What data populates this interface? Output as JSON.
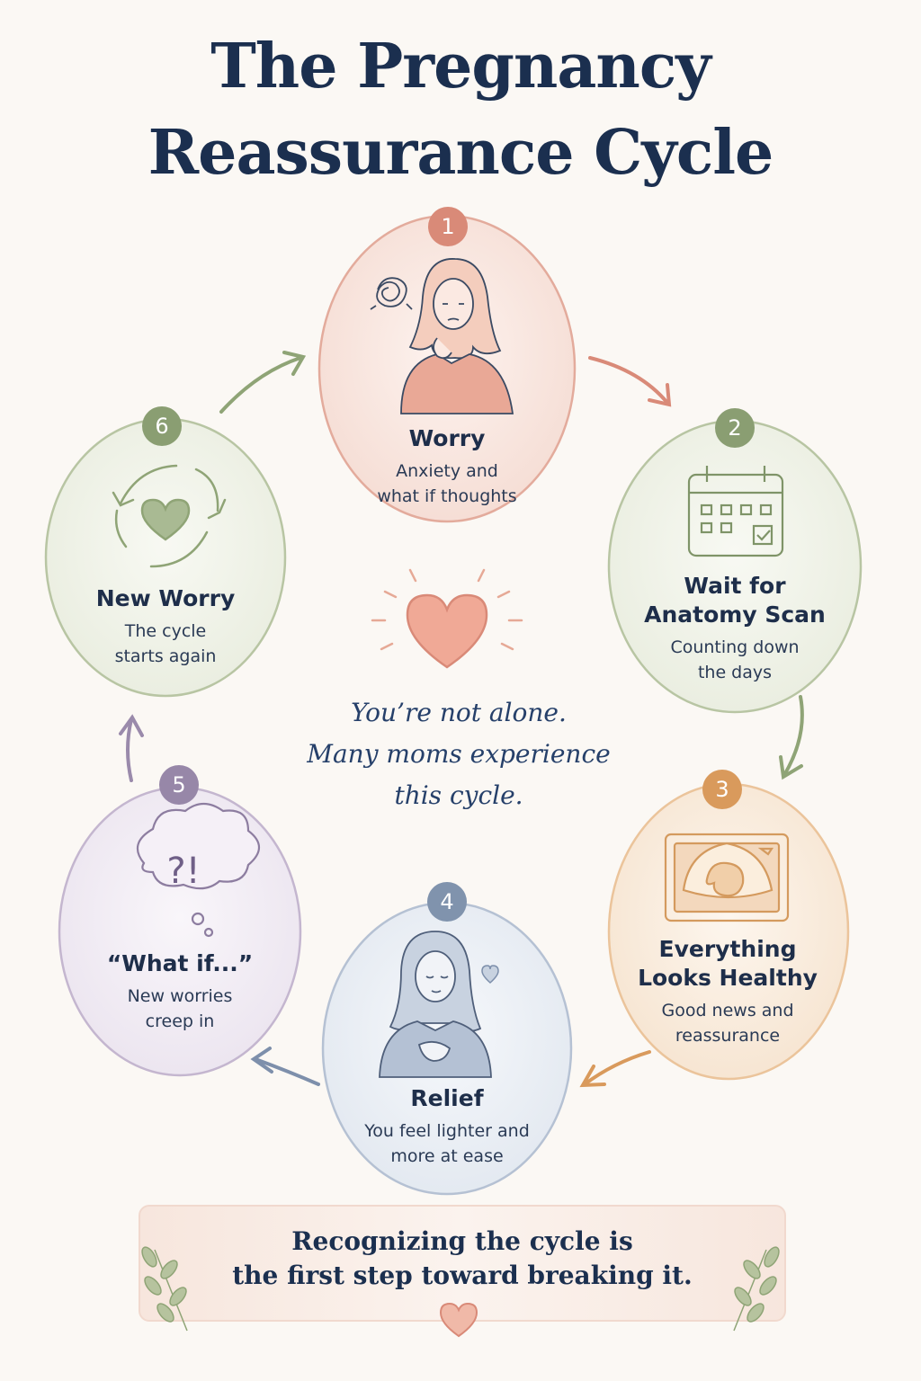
{
  "title_line1": "The Pregnancy",
  "title_line2": "Reassurance Cycle",
  "steps": [
    {
      "number": "1",
      "title": "Worry",
      "desc_line1": "Anxiety and",
      "desc_line2": "what if thoughts",
      "color": "#d98a78",
      "fill": "#f6ddd4"
    },
    {
      "number": "2",
      "title_line1": "Wait for",
      "title_line2": "Anatomy Scan",
      "desc_line1": "Counting down",
      "desc_line2": "the days",
      "color": "#8a9e72",
      "fill": "#edf0e4"
    },
    {
      "number": "3",
      "title_line1": "Everything",
      "title_line2": "Looks Healthy",
      "desc_line1": "Good news and",
      "desc_line2": "reassurance",
      "color": "#d99a5c",
      "fill": "#f8eadb"
    },
    {
      "number": "4",
      "title": "Relief",
      "desc_line1": "You feel lighter and",
      "desc_line2": "more at ease",
      "color": "#8093ad",
      "fill": "#e6ebf2"
    },
    {
      "number": "5",
      "title": "“What if...”",
      "desc_line1": "New worries",
      "desc_line2": "creep in",
      "color": "#9787a8",
      "fill": "#ede7f0"
    },
    {
      "number": "6",
      "title": "New Worry",
      "desc_line1": "The cycle",
      "desc_line2": "starts again",
      "color": "#8a9e72",
      "fill": "#edf0e4"
    }
  ],
  "thought_bubble_text": "?!",
  "center_note": {
    "line1": "You’re not alone.",
    "line2": "Many moms experience",
    "line3": "this cycle."
  },
  "banner": {
    "line1": "Recognizing the cycle is",
    "line2": "the first step toward breaking it."
  },
  "icons": [
    "tangled-thought-icon",
    "worried-woman-icon",
    "calendar-icon",
    "ultrasound-icon",
    "calm-woman-icon",
    "heart-icon",
    "thought-bubble-icon",
    "cycle-arrows-heart-icon",
    "leaf-sprig-icon"
  ]
}
